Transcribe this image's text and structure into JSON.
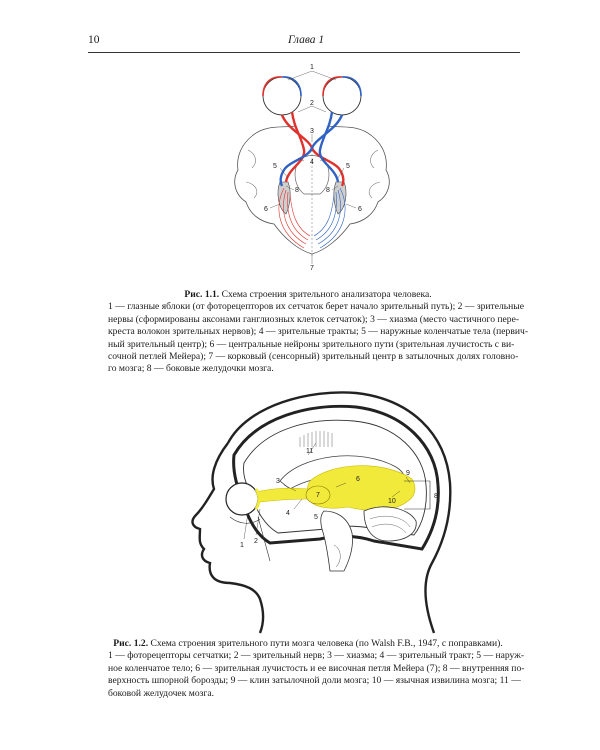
{
  "header": {
    "page_number": "10",
    "chapter_title": "Глава 1"
  },
  "figure1": {
    "callouts": [
      "1",
      "2",
      "3",
      "4",
      "5",
      "5",
      "6",
      "6",
      "7",
      "8",
      "8"
    ],
    "caption": {
      "label": "Рис. 1.1.",
      "title": "Схема строения зрительного анализатора человека.",
      "lines": [
        "1 — глазные яблоки (от фоторецепторов их сетчаток берет начало зрительный путь); 2 — зрительные",
        "нервы (сформированы аксонами ганглиозных клеток сетчаток); 3 — хиазма (место частичного пере-",
        "креста волокон зрительных нервов); 4 — зрительные тракты; 5 — наружные коленчатые тела (первич-",
        "ный зрительный центр); 6 — центральные нейроны зрительного пути (зрительная лучистость с ви-",
        "сочной петлей Мейера); 7 — корковый (сенсорный) зрительный центр в затылочных долях головно-",
        "го мозга; 8 — боковые желудочки мозга."
      ]
    }
  },
  "figure2": {
    "callouts": [
      "1",
      "2",
      "3",
      "4",
      "5",
      "6",
      "7",
      "8",
      "9",
      "10",
      "11"
    ],
    "caption": {
      "label": "Рис. 1.2.",
      "title": "Схема строения зрительного пути мозга человека (по Walsh F.B., 1947, с поправками).",
      "lines": [
        "1 — фоторецепторы сетчатки; 2 — зрительный нерв; 3 — хиазма; 4 — зрительный тракт; 5 — наруж-",
        "ное коленчатое тело; 6 — зрительная лучистость и ее височная петля Мейера (7); 8 — внутренняя по-",
        "верхность шпорной борозды; 9 — клин затылочной доли мозга; 10 — язычная извилина мозга; 11 —",
        "боковой желудочек мозга."
      ]
    }
  },
  "colors": {
    "ink": "#1a1a1a",
    "red_pathway": "#e0322d",
    "blue_pathway": "#2f62c4",
    "yellow_pathway": "#f2ea3a",
    "gray_fill": "#cfcfcf"
  }
}
